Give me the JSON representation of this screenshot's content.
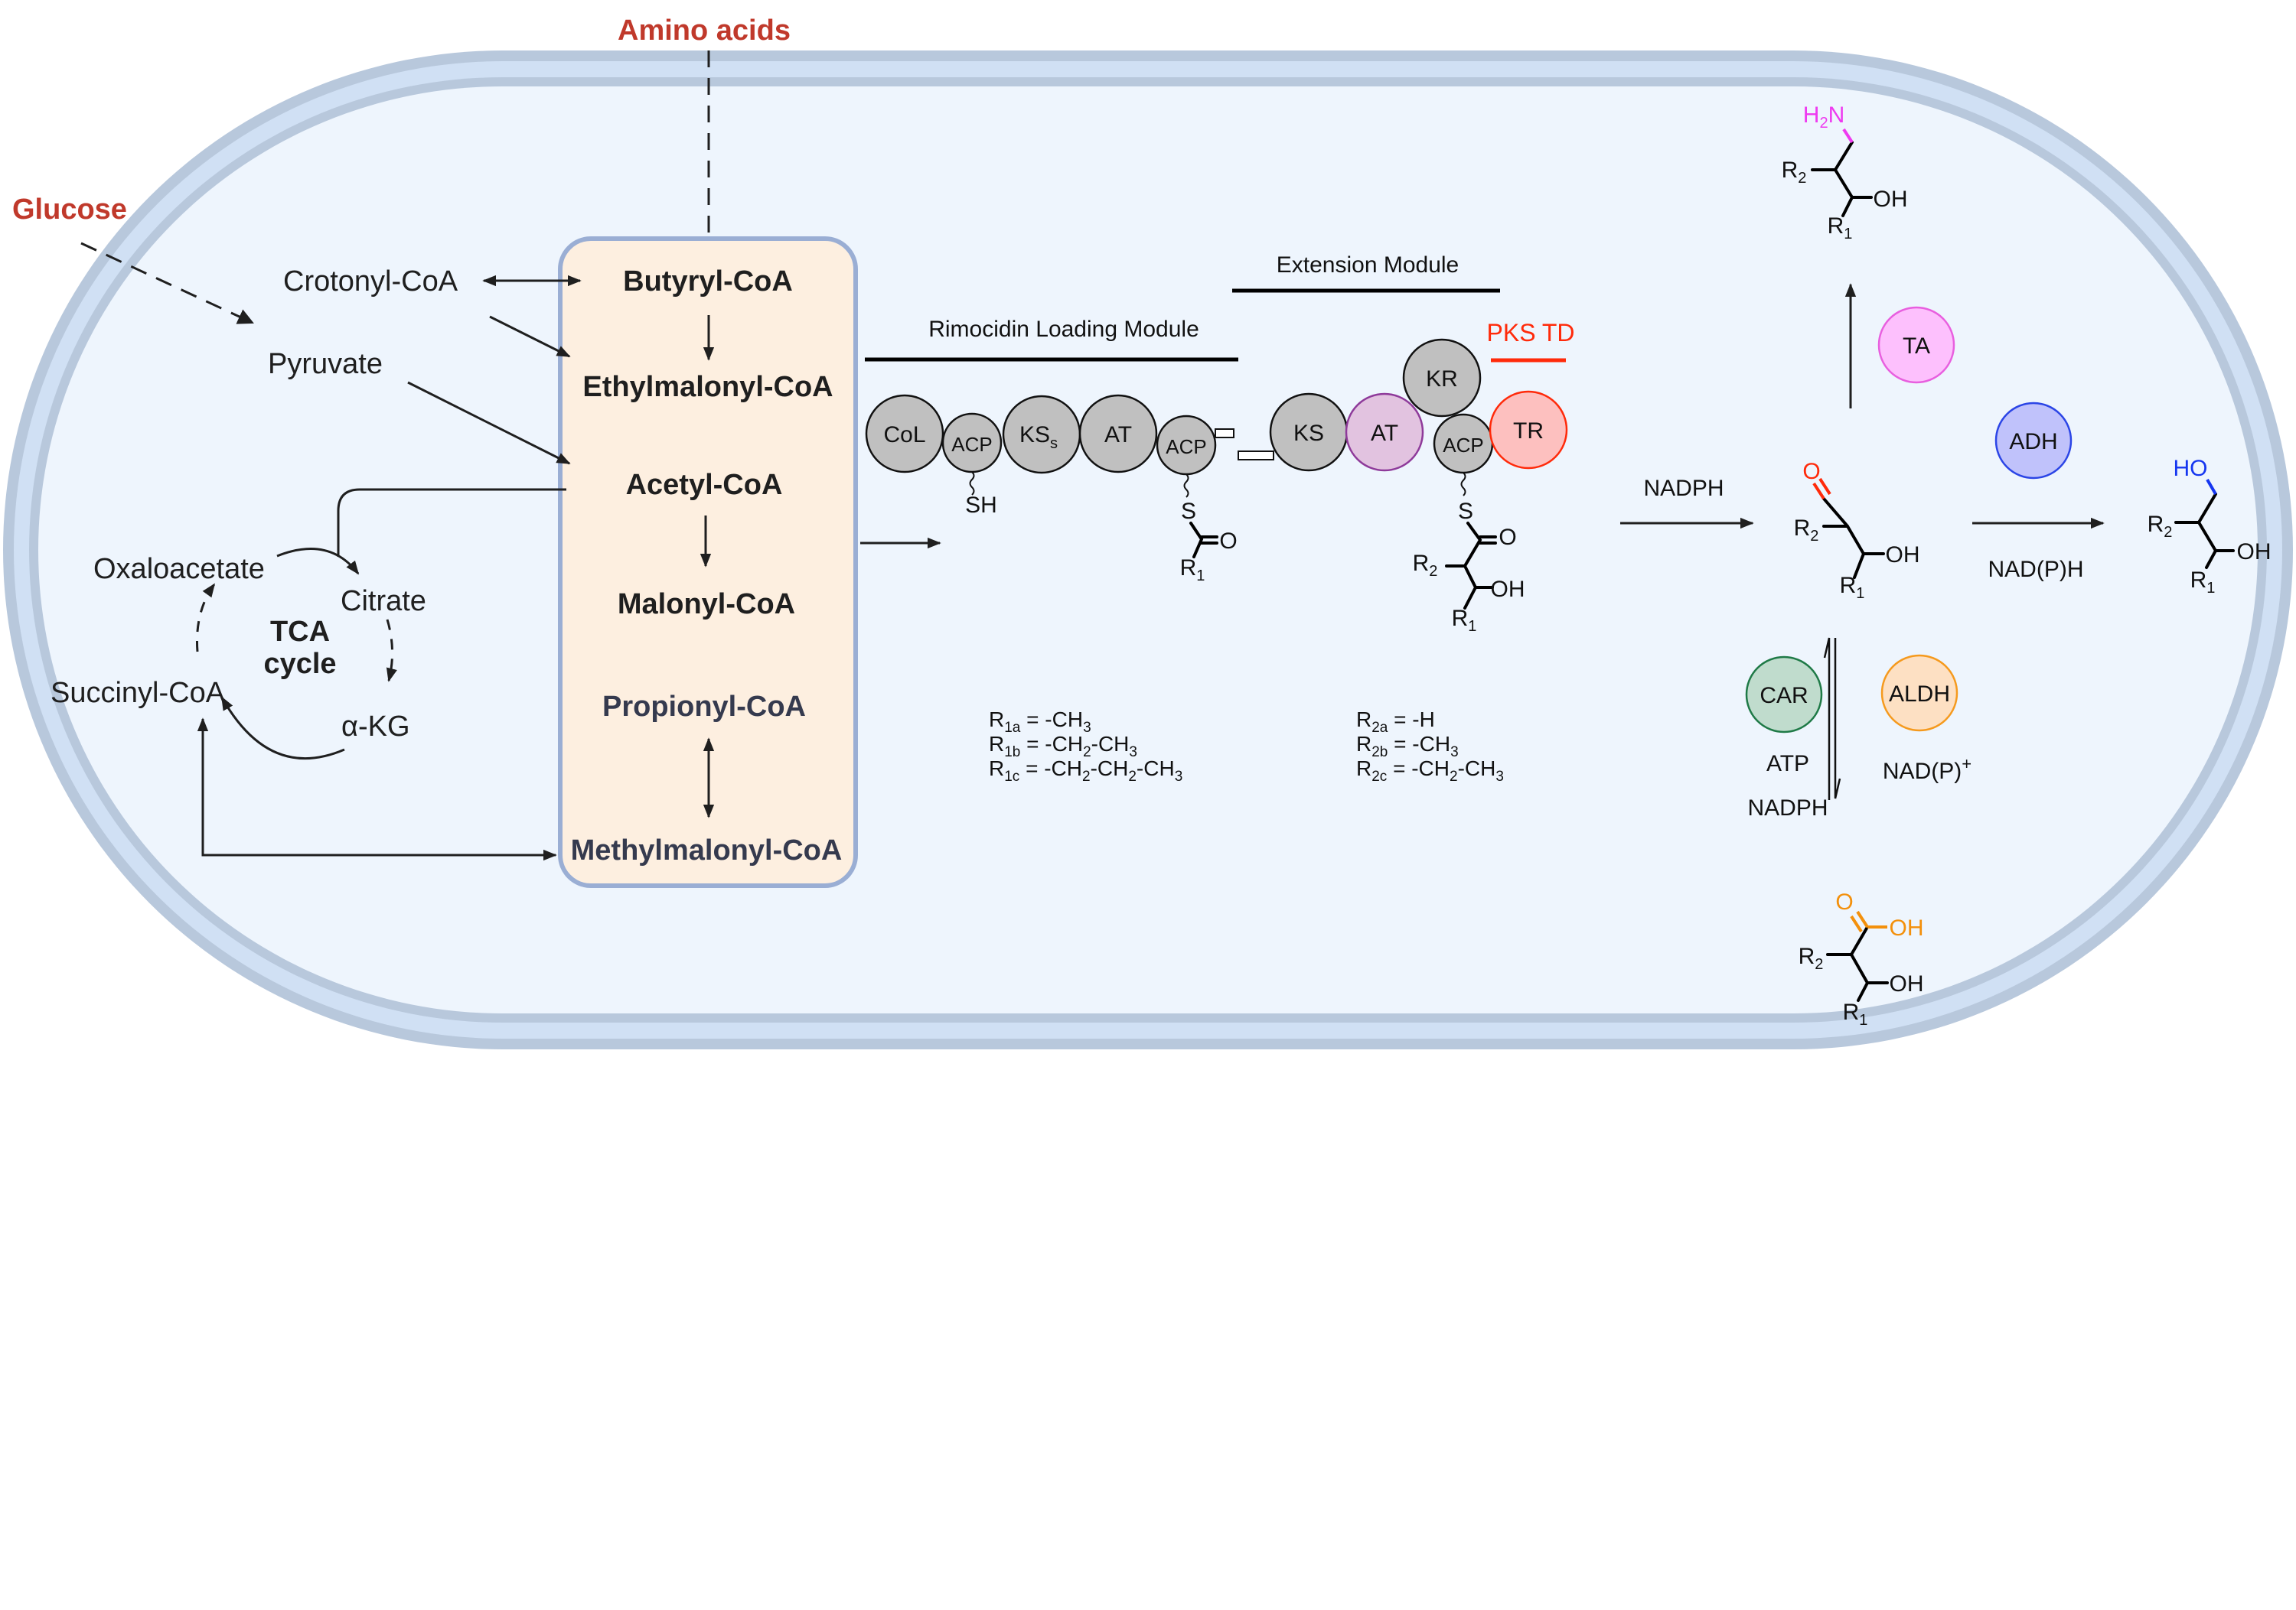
{
  "external": {
    "amino_acids": "Amino acids",
    "glucose": "Glucose"
  },
  "metabolites": {
    "crotonyl_coa": "Crotonyl-CoA",
    "pyruvate": "Pyruvate",
    "oxaloacetate": "Oxaloacetate",
    "citrate": "Citrate",
    "alpha_kg": "α-KG",
    "succinyl_coa": "Succinyl-CoA",
    "tca_line1": "TCA",
    "tca_line2": "cycle"
  },
  "precursor_box": {
    "items": [
      "Butyryl-CoA",
      "Ethylmalonyl-CoA",
      "Acetyl-CoA",
      "Malonyl-CoA",
      "Propionyl-CoA",
      "Methylmalonyl-CoA"
    ]
  },
  "pks": {
    "loading_module_label": "Rimocidin Loading Module",
    "extension_module_label": "Extension Module",
    "td_label": "PKS TD",
    "loading_domains": [
      {
        "name": "CoL",
        "sub": ""
      },
      {
        "name": "ACP",
        "sub": ""
      },
      {
        "name": "KS",
        "sub": "s"
      },
      {
        "name": "AT",
        "sub": ""
      },
      {
        "name": "ACP",
        "sub": ""
      }
    ],
    "extension_domains": [
      "KS",
      "AT",
      "KR",
      "ACP"
    ],
    "td_domain": "TR",
    "sh_label": "SH",
    "s_label": "S",
    "o_label": "O",
    "oh_label": "OH",
    "r1": "R",
    "r1_sub": "1",
    "r2": "R",
    "r2_sub": "2"
  },
  "r_groups": {
    "r1": [
      {
        "base": "R",
        "sub": "1a",
        "rest": [
          [
            "= -CH",
            ""
          ],
          [
            "3",
            "sub"
          ]
        ]
      },
      {
        "base": "R",
        "sub": "1b",
        "rest": [
          [
            "= -CH",
            ""
          ],
          [
            "2",
            "sub"
          ],
          [
            "-CH",
            ""
          ],
          [
            "3",
            "sub"
          ]
        ]
      },
      {
        "base": "R",
        "sub": "1c",
        "rest": [
          [
            "= -CH",
            ""
          ],
          [
            "2",
            "sub"
          ],
          [
            "-CH",
            ""
          ],
          [
            "2",
            "sub"
          ],
          [
            "-CH",
            ""
          ],
          [
            "3",
            "sub"
          ]
        ]
      }
    ],
    "r2": [
      {
        "base": "R",
        "sub": "2a",
        "rest": [
          [
            "= -H",
            ""
          ]
        ]
      },
      {
        "base": "R",
        "sub": "2b",
        "rest": [
          [
            "= -CH",
            ""
          ],
          [
            "3",
            "sub"
          ]
        ]
      },
      {
        "base": "R",
        "sub": "2c",
        "rest": [
          [
            "= -CH",
            ""
          ],
          [
            "2",
            "sub"
          ],
          [
            "-CH",
            ""
          ],
          [
            "3",
            "sub"
          ]
        ]
      }
    ]
  },
  "reactions": {
    "nadph_1": "NADPH",
    "nadph_2": "NADPH",
    "nadph_adh": "NAD(P)H",
    "atp": "ATP",
    "nadp_plus": "NAD(P)",
    "plus": "+",
    "enzymes": {
      "ta": "TA",
      "adh": "ADH",
      "car": "CAR",
      "aldh": "ALDH"
    },
    "h2n": "H",
    "h2n_sub": "2",
    "h2n_n": "N",
    "ho": "HO",
    "o": "O",
    "oh": "OH"
  },
  "colors": {
    "membrane_outer": "#b8c8dc",
    "membrane_inner": "#d0e0f4",
    "cytoplasm": "#eef5fd",
    "box_fill": "#fdefe0",
    "box_border": "#9aaed4",
    "domain_gray": "#c0c0c0",
    "at_purple_fill": "#e2c3e0",
    "at_purple_stroke": "#8e3a9a",
    "tr_fill": "#fdc0bf",
    "tr_stroke": "#ff2a0a",
    "ta_fill": "#fdc0fd",
    "ta_stroke": "#e85fdf",
    "adh_fill": "#c0c2fb",
    "adh_stroke": "#2b45e6",
    "car_fill": "#c0dccd",
    "car_stroke": "#1f7a47",
    "aldh_fill": "#fde0c3",
    "aldh_stroke": "#f59a1e",
    "accent_red": "#c0392b",
    "amine": "#ee3af0",
    "aldehyde": "#ff2a0a",
    "alcohol": "#1536f0",
    "acid": "#f3900c"
  }
}
